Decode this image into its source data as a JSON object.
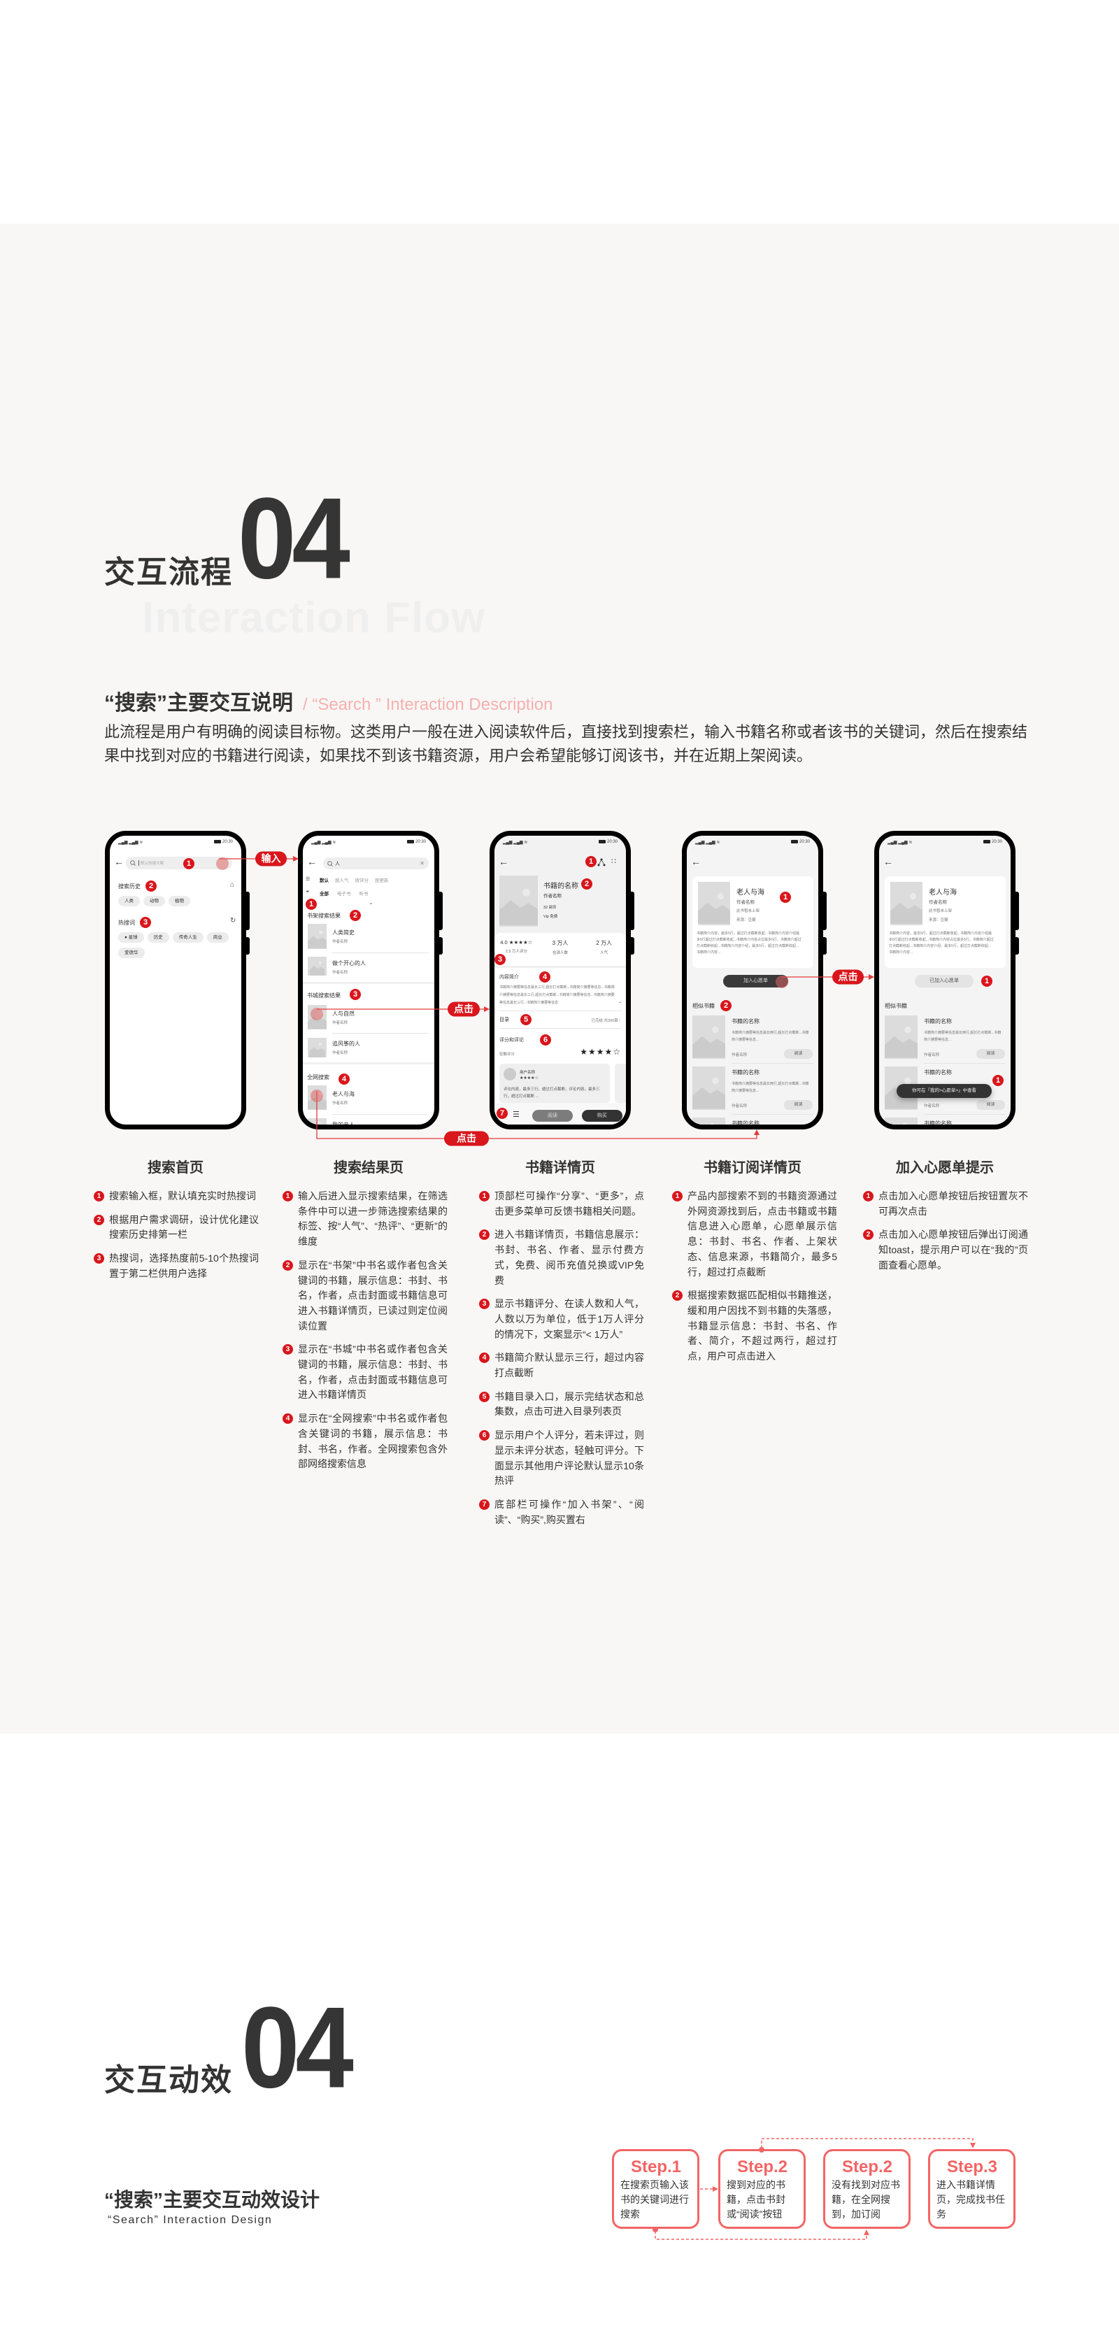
{
  "colors": {
    "accent": "#d9161c",
    "step": "#f26565",
    "subtitle_en": "#f6b0b0",
    "band": "#f8f7f5"
  },
  "flow_section": {
    "title_cn": "交互流程",
    "number": "04",
    "ghost_en": "Interaction Flow",
    "subtitle_cn": "“搜索”主要交互说明",
    "subtitle_en": "/ “Search ” Interaction Description",
    "intro": "此流程是用户有明确的阅读目标物。这类用户一般在进入阅读软件后，直接找到搜索栏，输入书籍名称或者该书的关键词，然后在搜索结果中找到对应的书籍进行阅读，如果找不到该书籍资源，用户会希望能够订阅该书，并在近期上架阅读。"
  },
  "status": {
    "time": "20:30",
    "signal": "▂▄▆ ▂▄▆ ≋"
  },
  "connectors": {
    "input": "输入",
    "click1": "点击",
    "click2": "点击",
    "click3": "点击"
  },
  "phone1": {
    "placeholder": "默认热搜文案",
    "history_title": "搜索历史",
    "history": [
      "人类",
      "动物",
      "植物"
    ],
    "hot_title": "热搜词",
    "hot": [
      "● 星球",
      "历史",
      "传奇人生",
      "商业",
      "爱德华"
    ]
  },
  "phone2": {
    "query": "人",
    "sort": [
      "默认",
      "按人气",
      "按评分",
      "按更新"
    ],
    "types": [
      "全部",
      "电子书",
      "听书"
    ],
    "shelf_title": "书架搜索结果",
    "shelf": [
      {
        "title": "人类简史",
        "author": "作者名称"
      },
      {
        "title": "做个开心的人",
        "author": "作者名称"
      }
    ],
    "store_title": "书城搜索结果",
    "store": [
      {
        "title": "人与自然",
        "author": "作者名称"
      },
      {
        "title": "追风筝的人",
        "author": "作者名称"
      }
    ],
    "web_title": "全网搜索",
    "web": [
      {
        "title": "老人与海",
        "author": "作者名称"
      },
      {
        "title": "我的亲人"
      }
    ]
  },
  "phone3": {
    "title": "书籍的名称",
    "author": "作者名称",
    "price": "32 阅币",
    "vip": "Vip 免费",
    "stats": [
      {
        "value": "4.0 ★★★★☆",
        "label": "2.5 万人评分"
      },
      {
        "value": "3 万人",
        "label": "在读人数"
      },
      {
        "value": "2 万人",
        "label": "人气"
      }
    ],
    "intro_title": "内容简介",
    "intro": "书籍简介摘要等信息最长三行,超长打点截断...书籍简介摘要等信息...书籍简介摘要等信息最长三行,超长打点截断...书籍简介摘要等信息...书籍简介摘要等信息最长三行...书籍简介摘要等信息",
    "toc": "目录",
    "toc_status": "已完结 共300章 ›",
    "rating_title": "评分和评论",
    "tap_rate": "轻触评分",
    "my_stars": "★★★★☆",
    "review": {
      "user": "用户名称",
      "stars": "★★★★☆",
      "content": "评论内容，最多三行，超过打点截断，评论内容，最多三行，超过打点截断 ..."
    },
    "read": "阅读",
    "buy": "购买"
  },
  "phone4": {
    "title": "老人与海",
    "author": "作者名称",
    "shelf_status": "此书暂未上架",
    "source": "来源：豆瓣",
    "summary": "书籍简介内容，最多5行，超过打点截断收起...书籍简介内容介绍最多5行超过打点截断收起...书籍简介内容占位最多5行，书籍简介超过打点截断收起...书籍简介内容介绍，最多5行，超过打点截断收起...书籍简介内容...",
    "wish_btn": "加入心愿单",
    "similar_title": "相似书籍",
    "similar": [
      {
        "title": "书籍的名称",
        "desc": "书籍简介摘要等信息最长两行,超长打点截断...书籍简介摘要等信息...",
        "author": "作者名称",
        "btn": "阅读"
      },
      {
        "title": "书籍的名称",
        "desc": "书籍简介摘要等信息最长两行,超长打点截断...书籍简介摘要等信息...",
        "author": "作者名称",
        "btn": "阅读"
      },
      {
        "title": "书籍的名称"
      }
    ]
  },
  "phone5": {
    "wish_btn_done": "已加入心愿单",
    "toast": "你可在「我的>心愿单>」中查看"
  },
  "columns": [
    {
      "title": "搜索首页",
      "items": [
        "搜索输入框，默认填充实时热搜词",
        "根据用户需求调研，设计优化建议搜索历史排第一栏",
        "热搜词，选择热度前5-10个热搜词置于第二栏供用户选择"
      ]
    },
    {
      "title": "搜索结果页",
      "items": [
        "输入后进入显示搜索结果，在筛选条件中可以进一步筛选搜索结果的标签、按“人气”、“热评”、“更新”的维度",
        "显示在“书架”中书名或作者包含关键词的书籍，展示信息：书封、书名，作者，点击封面或书籍信息可进入书籍详情页，已读过则定位阅读位置",
        "显示在“书城”中书名或作者包含关键词的书籍，展示信息：书封、书名，作者，点击封面或书籍信息可进入书籍详情页",
        "显示在“全网搜索”中书名或作者包含关键词的书籍，展示信息：书封、书名，作者。全网搜索包含外部网络搜索信息"
      ]
    },
    {
      "title": "书籍详情页",
      "items": [
        "顶部栏可操作“分享”、“更多”，点击更多菜单可反馈书籍相关问题。",
        "进入书籍详情页，书籍信息展示：书封、书名、作者、显示付费方式，免费、阅币充值兑换或VIP免费",
        "显示书籍评分、在读人数和人气，人数以万为单位，低于1万人评分的情况下，文案显示“< 1万人”",
        "书籍简介默认显示三行，超过内容打点截断",
        "书籍目录入口，展示完结状态和总集数，点击可进入目录列表页",
        "显示用户个人评分，若未评过，则显示未评分状态，轻触可评分。下面显示其他用户评论默认显示10条热评",
        "底部栏可操作“加入书架”、“阅读”、“购买”,购买置右"
      ]
    },
    {
      "title": "书籍订阅详情页",
      "items": [
        "产品内部搜索不到的书籍资源通过外网资源找到后，点击书籍或书籍信息进入心愿单，心愿单展示信息：书封、书名、作者、上架状态、信息来源，书籍简介，最多5行，超过打点截断",
        "根据搜索数据匹配相似书籍推送，缓和用户因找不到书籍的失落感，书籍显示信息：书封、书名、作者、简介，不超过两行，超过打点，用户可点击进入"
      ]
    },
    {
      "title": "加入心愿单提示",
      "items": [
        "点击加入心愿单按钮后按钮置灰不可再次点击",
        "点击加入心愿单按钮后弹出订阅通知toast，提示用户可以在“我的”页面查看心愿单。"
      ]
    }
  ],
  "motion_section": {
    "title_cn": "交互动效",
    "number": "04",
    "subtitle_cn": "“搜索”主要交互动效设计",
    "subtitle_en": "“Search” Interaction Design",
    "steps": [
      {
        "label": "Step.1",
        "text": "在搜索页输入该书的关键词进行搜索"
      },
      {
        "label": "Step.2",
        "text": "搜到对应的书籍，点击书封或“阅读”按钮"
      },
      {
        "label": "Step.2",
        "text": "没有找到对应书籍，在全网搜到，加订阅"
      },
      {
        "label": "Step.3",
        "text": "进入书籍详情页，完成找书任务"
      }
    ]
  }
}
